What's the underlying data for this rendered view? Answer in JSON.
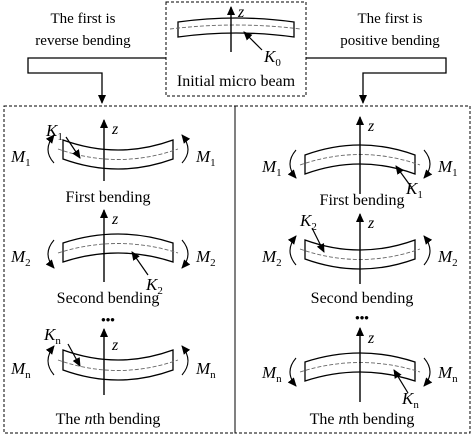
{
  "top": {
    "left_label_line1": "The first is",
    "left_label_line2": "reverse bending",
    "right_label_line1": "The first is",
    "right_label_line2": "positive bending",
    "initial_caption": "Initial micro beam",
    "axis_label": "z",
    "curvature_symbol": "K",
    "curvature_subscript": "0"
  },
  "left_column": {
    "stages": [
      {
        "caption": "First bending",
        "moment_symbol": "M",
        "moment_subscript": "1",
        "curvature_symbol": "K",
        "curvature_subscript": "1",
        "axis_label": "z"
      },
      {
        "caption": "Second bending",
        "moment_symbol": "M",
        "moment_subscript": "2",
        "curvature_symbol": "K",
        "curvature_subscript": "2",
        "axis_label": "z"
      },
      {
        "caption_prefix": "The ",
        "caption_italic": "n",
        "caption_suffix": "th bending",
        "moment_symbol": "M",
        "moment_subscript": "n",
        "curvature_symbol": "K",
        "curvature_subscript": "n",
        "axis_label": "z"
      }
    ],
    "ellipsis": "•••"
  },
  "right_column": {
    "stages": [
      {
        "caption": "First bending",
        "moment_symbol": "M",
        "moment_subscript": "1",
        "curvature_symbol": "K",
        "curvature_subscript": "1",
        "axis_label": "z"
      },
      {
        "caption": "Second bending",
        "moment_symbol": "M",
        "moment_subscript": "2",
        "curvature_symbol": "K",
        "curvature_subscript": "2",
        "axis_label": "z"
      },
      {
        "caption_prefix": "The ",
        "caption_italic": "n",
        "caption_suffix": "th bending",
        "moment_symbol": "M",
        "moment_subscript": "n",
        "curvature_symbol": "K",
        "curvature_subscript": "n",
        "axis_label": "z"
      }
    ],
    "ellipsis": "•••"
  },
  "colors": {
    "stroke": "#000000",
    "neutral_axis": "#666666",
    "background": "#ffffff"
  }
}
